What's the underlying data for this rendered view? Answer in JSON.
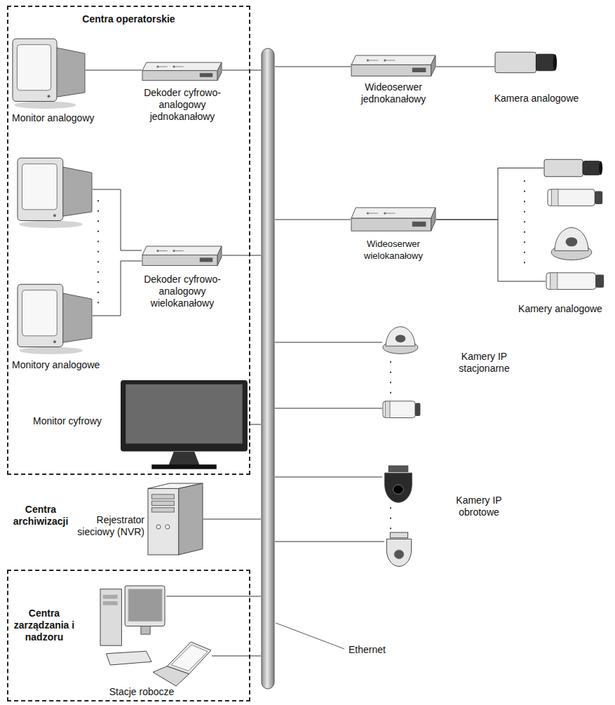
{
  "diagram": {
    "nodes": [
      {
        "text": [
          "Centra operatorskie"
        ]
      },
      {
        "text": [
          "Monitor analogowy"
        ],
        "in": 0
      },
      {
        "text": [
          "Dekoder cyfrowo-analogowy jednokanałowy"
        ],
        "in": 0
      },
      {
        "text": [
          "Monitory analogowe"
        ],
        "in": 0
      },
      {
        "text": [
          "Dekoder cyfrowo-analogowy wielokanałowy"
        ],
        "in": 0
      },
      {
        "text": [
          "Monitor cyfrowy"
        ],
        "in": 0
      },
      {
        "text": [
          "Rejestrator sieciowy (NVR)"
        ]
      },
      {
        "text": [
          "Centra zarządzania i nadzoru"
        ]
      },
      {
        "text": [
          "Stacje robocze"
        ],
        "in": 7
      },
      {
        "text": [
          "Ethernet"
        ]
      },
      {
        "text": [
          "Wideoserwer jednokanałowy"
        ]
      },
      {
        "text": [
          "Kamera analogowe"
        ]
      },
      {
        "text": [
          "Wideoserwer wielokanałowy"
        ]
      },
      {
        "text": [
          "Kamery analogowe"
        ]
      },
      {
        "text": [
          "Kamery IP stacjonarne"
        ]
      },
      {
        "text": [
          "Kamery IP obrotowe"
        ]
      }
    ],
    "edges": [
      {
        "from": 1,
        "to": 2,
        "arrow": "none"
      },
      {
        "from": 2,
        "to": 9,
        "arrow": "none"
      },
      {
        "from": 3,
        "to": 4,
        "arrow": "none"
      },
      {
        "from": 4,
        "to": 9,
        "arrow": "none"
      },
      {
        "from": 5,
        "to": 9,
        "arrow": "none"
      },
      {
        "from": 6,
        "to": 9,
        "arrow": "none"
      },
      {
        "from": 8,
        "to": 9,
        "arrow": "none"
      },
      {
        "from": 9,
        "to": 10,
        "arrow": "none"
      },
      {
        "from": 10,
        "to": 11,
        "arrow": "none"
      },
      {
        "from": 9,
        "to": 12,
        "arrow": "none"
      },
      {
        "from": 12,
        "to": 13,
        "arrow": "none"
      },
      {
        "from": 9,
        "to": 14,
        "arrow": "none"
      },
      {
        "from": 9,
        "to": 15,
        "arrow": "none"
      }
    ],
    "labels": [
      "Centra archiwizacji"
    ]
  }
}
